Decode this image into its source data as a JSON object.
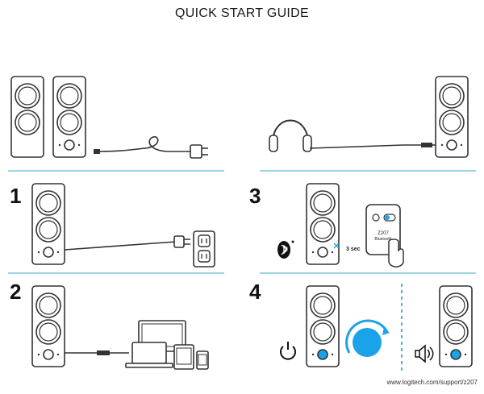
{
  "title": "QUICK START GUIDE",
  "steps": [
    "1",
    "2",
    "3",
    "4"
  ],
  "pairing_card": {
    "model": "Z207",
    "label": "Bluetooth"
  },
  "hold_time": "3 sec",
  "footer_url": "www.logitech.com/support/z207",
  "colors": {
    "accent": "#1aa3e8",
    "divider": "#7cc6d9",
    "line": "#333333"
  },
  "icons": [
    "speaker-icon",
    "power-plug-icon",
    "wall-outlet-icon",
    "headphones-icon",
    "bluetooth-icon",
    "power-icon",
    "volume-icon",
    "laptop-icon",
    "tablet-icon",
    "phone-icon",
    "monitor-icon",
    "volume-knob-icon",
    "finger-press-icon"
  ]
}
